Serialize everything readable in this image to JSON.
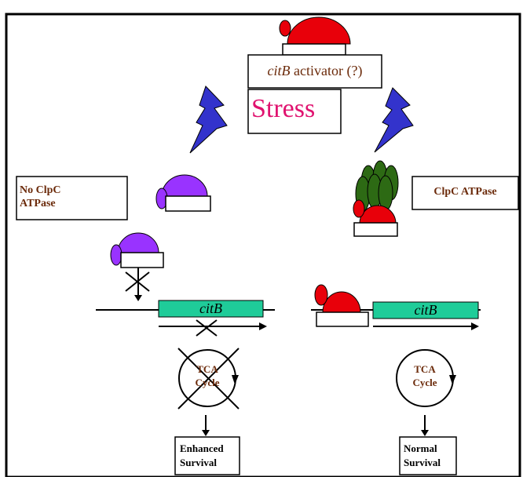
{
  "activator_box": {
    "gene": "citB",
    "text": " activator (?)"
  },
  "stress_label": "Stress",
  "left_condition": {
    "line1": "No ClpC",
    "line2": "ATPase"
  },
  "right_condition": "ClpC ATPase",
  "gene_left": "citB",
  "gene_right": "citB",
  "cycle_left": {
    "line1": "TCA",
    "line2": "Cycle"
  },
  "cycle_right": {
    "line1": "TCA",
    "line2": "Cycle"
  },
  "outcome_left": {
    "line1": "Enhanced",
    "line2": "Survival"
  },
  "outcome_right": {
    "line1": "Normal",
    "line2": "Survival"
  },
  "colors": {
    "activator": "#e8000a",
    "inactive_activator": "#9933ff",
    "clpc": "#2d6a14",
    "gene": "#1fcc99",
    "lightning": "#3333cc",
    "stress_text": "#e0126f",
    "label_text": "#6b2a0a"
  }
}
